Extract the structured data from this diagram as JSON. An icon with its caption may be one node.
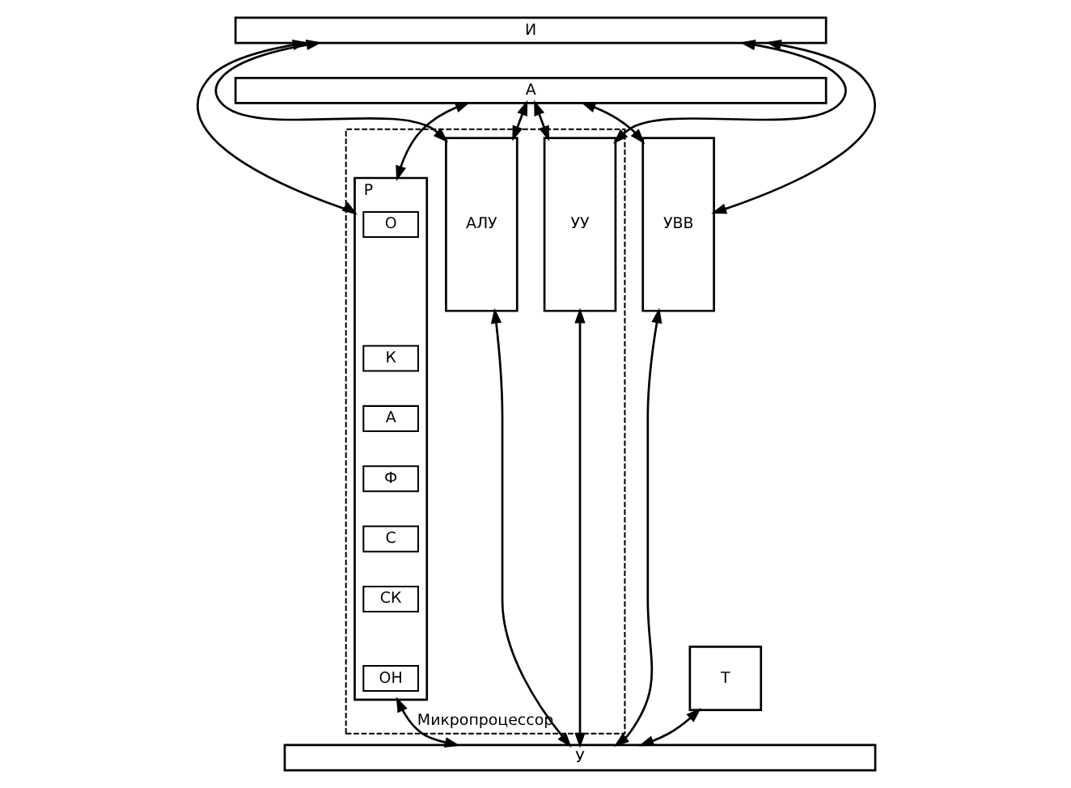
{
  "diagram": {
    "nodes": [
      {
        "text": [
          "Микропроцессор"
        ]
      },
      {
        "text": [
          "И"
        ]
      },
      {
        "text": [
          "А"
        ]
      },
      {
        "text": [
          "АЛУ"
        ],
        "in": 0
      },
      {
        "text": [
          "УУ"
        ],
        "in": 0
      },
      {
        "text": [
          "Р"
        ],
        "in": 0
      },
      {
        "text": [
          "О"
        ],
        "in": 5
      },
      {
        "text": [
          "К"
        ],
        "in": 5
      },
      {
        "text": [
          "А"
        ],
        "in": 5
      },
      {
        "text": [
          "Ф"
        ],
        "in": 5
      },
      {
        "text": [
          "С"
        ],
        "in": 5
      },
      {
        "text": [
          "СК"
        ],
        "in": 5
      },
      {
        "text": [
          "ОН"
        ],
        "in": 5
      },
      {
        "text": [
          "УВВ"
        ]
      },
      {
        "text": [
          "Т"
        ]
      },
      {
        "text": [
          "У"
        ]
      }
    ],
    "edges": [
      {
        "from": 2,
        "to": 3,
        "arrow": "both"
      },
      {
        "from": 1,
        "to": 3,
        "arrow": "both"
      },
      {
        "from": 2,
        "to": 4,
        "arrow": "both"
      },
      {
        "from": 1,
        "to": 4,
        "arrow": "both"
      },
      {
        "from": 2,
        "to": 5,
        "arrow": "both"
      },
      {
        "from": 1,
        "to": 5,
        "arrow": "both"
      },
      {
        "from": 2,
        "to": 13,
        "arrow": "both"
      },
      {
        "from": 1,
        "to": 13,
        "arrow": "both"
      },
      {
        "from": 3,
        "to": 15,
        "arrow": "both"
      },
      {
        "from": 4,
        "to": 15,
        "arrow": "both"
      },
      {
        "from": 5,
        "to": 15,
        "arrow": "both"
      },
      {
        "from": 13,
        "to": 15,
        "arrow": "both"
      },
      {
        "from": 14,
        "to": 15,
        "arrow": "both"
      }
    ]
  }
}
